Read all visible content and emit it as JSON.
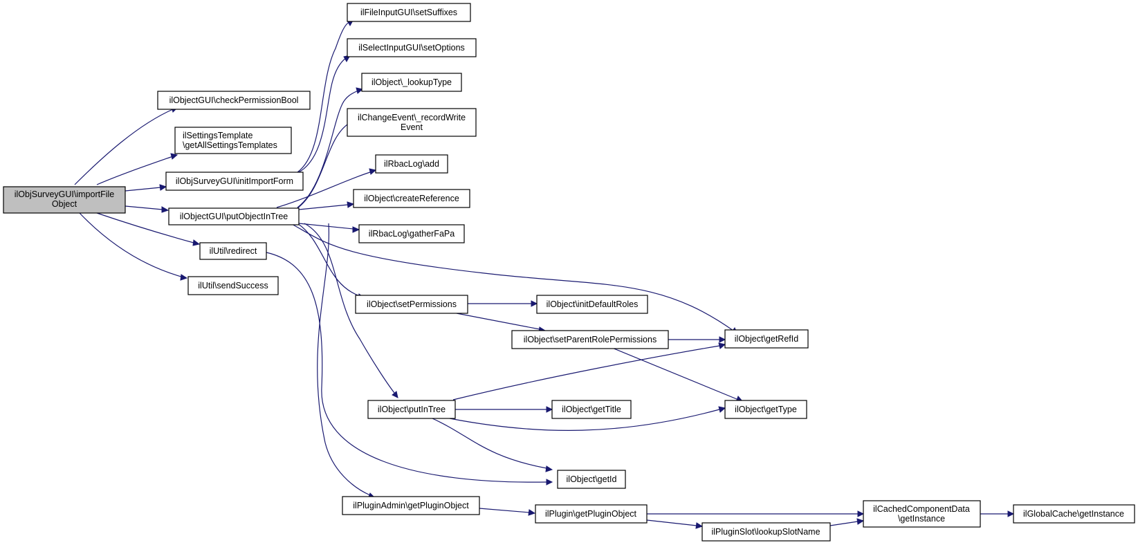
{
  "nodes": [
    {
      "id": "root",
      "lines": [
        "ilObjSurveyGUI\\importFile",
        "Object"
      ],
      "root": true
    },
    {
      "id": "checkPerm",
      "lines": [
        "ilObjectGUI\\checkPermissionBool"
      ]
    },
    {
      "id": "settingsTpl",
      "lines": [
        "ilSettingsTemplate",
        "\\getAllSettingsTemplates"
      ]
    },
    {
      "id": "initImport",
      "lines": [
        "ilObjSurveyGUI\\initImportForm"
      ]
    },
    {
      "id": "putObjTree",
      "lines": [
        "ilObjectGUI\\putObjectInTree"
      ]
    },
    {
      "id": "redirect",
      "lines": [
        "ilUtil\\redirect"
      ]
    },
    {
      "id": "sendSuccess",
      "lines": [
        "ilUtil\\sendSuccess"
      ]
    },
    {
      "id": "setSuffixes",
      "lines": [
        "ilFileInputGUI\\setSuffixes"
      ]
    },
    {
      "id": "setOptions",
      "lines": [
        "ilSelectInputGUI\\setOptions"
      ]
    },
    {
      "id": "lookupType",
      "lines": [
        "ilObject\\_lookupType"
      ]
    },
    {
      "id": "recordWrite",
      "lines": [
        "ilChangeEvent\\_recordWrite",
        "Event"
      ]
    },
    {
      "id": "rbacAdd",
      "lines": [
        "ilRbacLog\\add"
      ]
    },
    {
      "id": "createRef",
      "lines": [
        "ilObject\\createReference"
      ]
    },
    {
      "id": "gatherFaPa",
      "lines": [
        "ilRbacLog\\gatherFaPa"
      ]
    },
    {
      "id": "setPerms",
      "lines": [
        "ilObject\\setPermissions"
      ]
    },
    {
      "id": "initRoles",
      "lines": [
        "ilObject\\initDefaultRoles"
      ]
    },
    {
      "id": "setParent",
      "lines": [
        "ilObject\\setParentRolePermissions"
      ]
    },
    {
      "id": "getRefId",
      "lines": [
        "ilObject\\getRefId"
      ]
    },
    {
      "id": "putInTree",
      "lines": [
        "ilObject\\putInTree"
      ]
    },
    {
      "id": "getTitle",
      "lines": [
        "ilObject\\getTitle"
      ]
    },
    {
      "id": "getType",
      "lines": [
        "ilObject\\getType"
      ]
    },
    {
      "id": "getId",
      "lines": [
        "ilObject\\getId"
      ]
    },
    {
      "id": "pluginAdmin",
      "lines": [
        "ilPluginAdmin\\getPluginObject"
      ]
    },
    {
      "id": "pluginGet",
      "lines": [
        "ilPlugin\\getPluginObject"
      ]
    },
    {
      "id": "cachedComp",
      "lines": [
        "ilCachedComponentData",
        "\\getInstance"
      ]
    },
    {
      "id": "globalCache",
      "lines": [
        "ilGlobalCache\\getInstance"
      ]
    },
    {
      "id": "slotLookup",
      "lines": [
        "ilPluginSlot\\lookupSlotName"
      ]
    }
  ]
}
